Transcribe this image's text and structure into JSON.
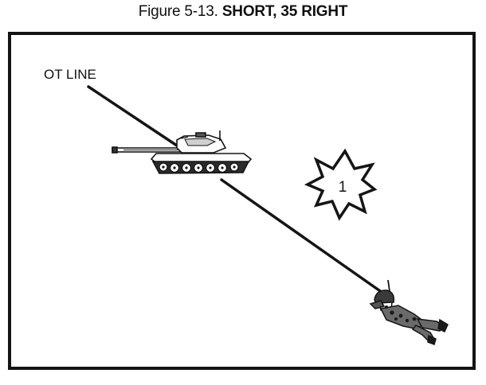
{
  "figure": {
    "number": "Figure 5-13.",
    "title": "SHORT, 35 RIGHT"
  },
  "diagram": {
    "ot_line_label": "OT LINE",
    "burst_label": "1"
  },
  "icons": {
    "target": "tank-icon",
    "burst": "burst-icon",
    "observer": "soldier-icon"
  },
  "colors": {
    "ink": "#111111",
    "background": "#ffffff"
  }
}
